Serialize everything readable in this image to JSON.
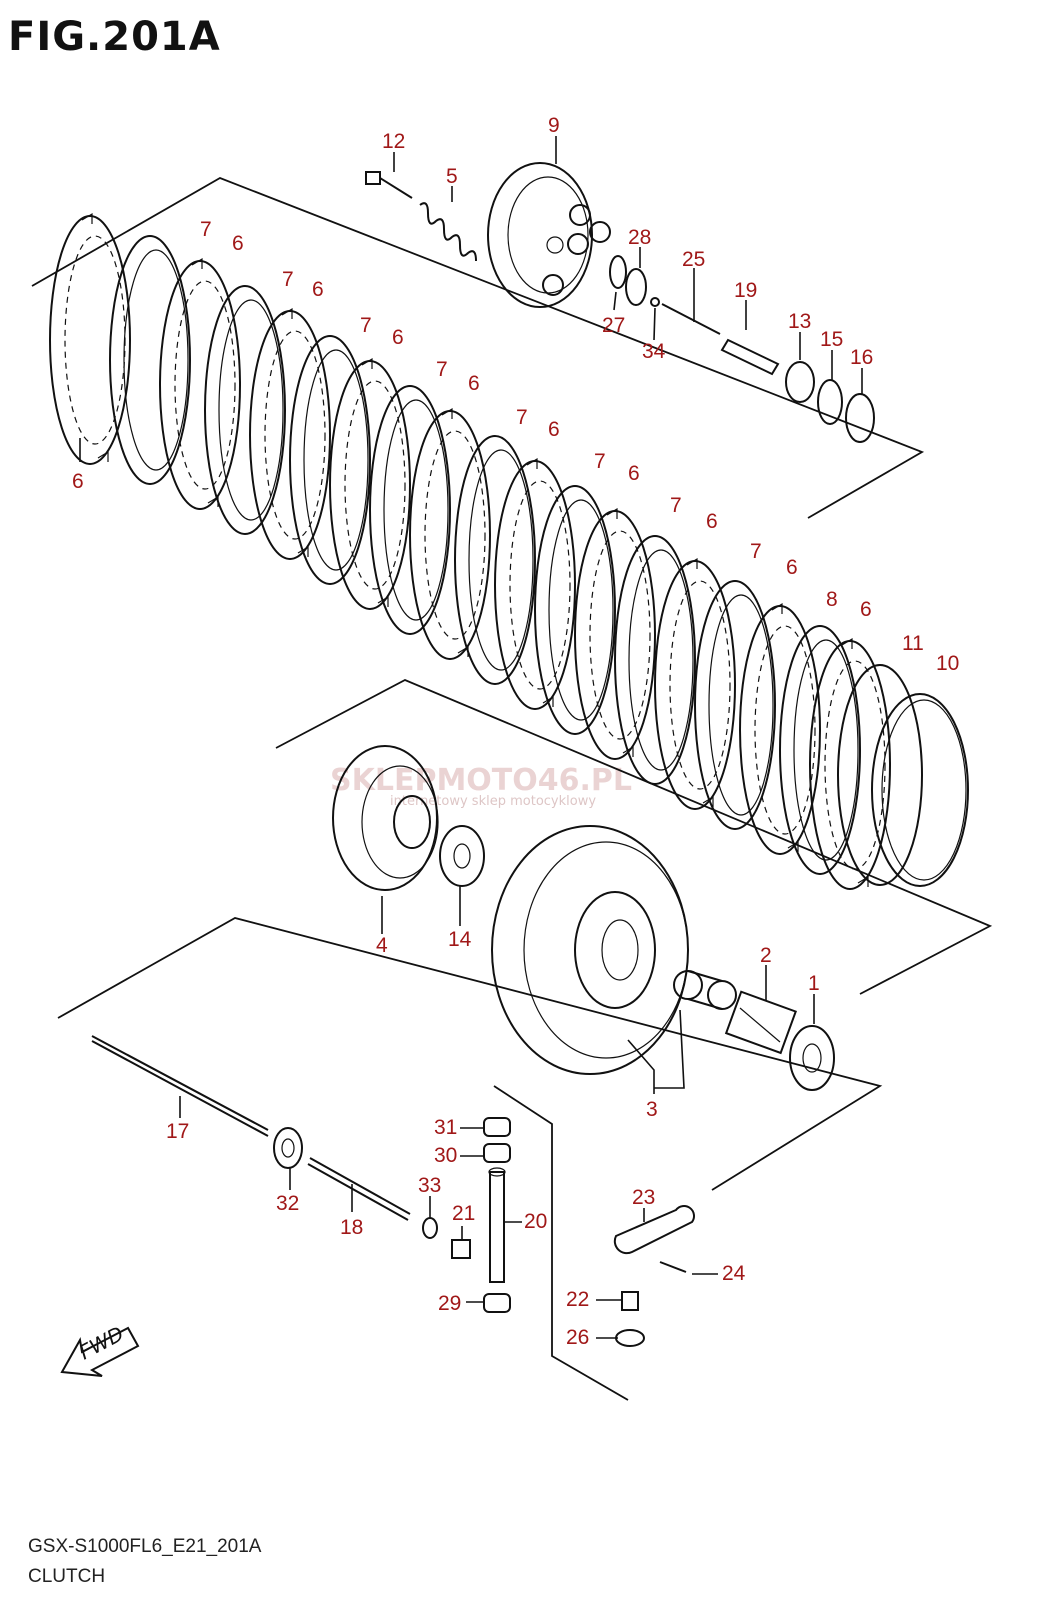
{
  "figure": {
    "title": "FIG.201A",
    "code": "GSX-S1000FL6_E21_201A",
    "name": "CLUTCH"
  },
  "watermark": {
    "main": "SKLEPMOTO46.PL",
    "sub": "internetowy sklep motocyklowy"
  },
  "direction_label": "FWD",
  "callouts": [
    "12",
    "5",
    "9",
    "28",
    "25",
    "19",
    "27",
    "34",
    "13",
    "15",
    "16",
    "7",
    "6",
    "7",
    "6",
    "7",
    "6",
    "7",
    "6",
    "7",
    "6",
    "7",
    "6",
    "7",
    "6",
    "7",
    "6",
    "8",
    "6",
    "11",
    "10",
    "6",
    "4",
    "14",
    "2",
    "1",
    "3",
    "17",
    "32",
    "18",
    "31",
    "30",
    "33",
    "21",
    "20",
    "29",
    "23",
    "24",
    "22",
    "26"
  ]
}
